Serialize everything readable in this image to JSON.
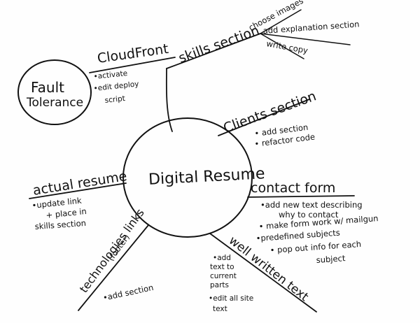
{
  "center": {
    "label": "Digital Resume"
  },
  "fault": {
    "line1": "Fault",
    "line2": "Tolerance"
  },
  "cloudfront": {
    "label": "CloudFront",
    "notes": [
      "•activate",
      "•edit deploy",
      "script"
    ]
  },
  "skills": {
    "label": "skills section",
    "sub": [
      "choose images",
      "add explanation section",
      "write copy"
    ]
  },
  "clients": {
    "label": "Clients section",
    "notes": [
      "• add section",
      "• refactor code"
    ]
  },
  "contact": {
    "label": "contact form",
    "notes": [
      "•add new text describing",
      "why to contact",
      "• make form work w/ mailgun",
      "•predefined subjects",
      "• pop out info for each",
      "subject"
    ]
  },
  "actual": {
    "label": "actual resume",
    "notes": [
      "•update link",
      "+ place in",
      "skills section"
    ]
  },
  "tech": {
    "label": "technologies links",
    "footer": "(footer)",
    "notes": [
      "•add section"
    ]
  },
  "well": {
    "label": "well written text",
    "notes": [
      "•add",
      "text to",
      "current",
      "parts",
      "•edit all site",
      "text"
    ]
  }
}
